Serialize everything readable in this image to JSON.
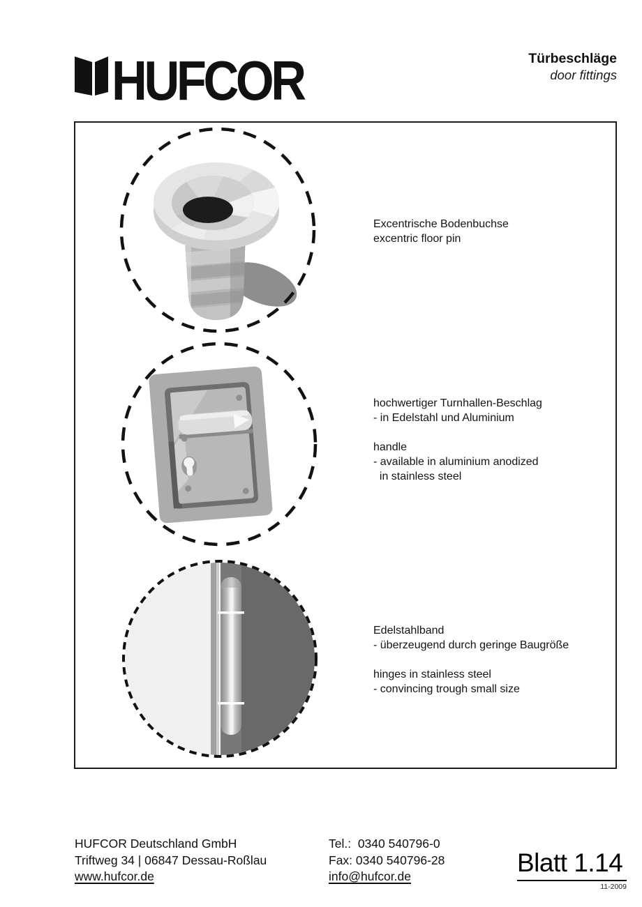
{
  "header": {
    "logo_text": "HUFCOR",
    "logo_icon": "folding-partition-panels",
    "title_de": "Türbeschläge",
    "title_en": "door fittings"
  },
  "sections": [
    {
      "illustration": "excentric-floor-pin",
      "lines": [
        "Excentrische Bodenbuchse",
        "excentric floor pin"
      ]
    },
    {
      "illustration": "recessed-gym-handle",
      "lines": [
        "hochwertiger Turnhallen-Beschlag",
        "- in Edelstahl und Aluminium",
        "",
        "handle",
        "- available in aluminium anodized",
        "  in stainless steel"
      ]
    },
    {
      "illustration": "stainless-steel-hinge",
      "lines": [
        "Edelstahlband",
        "- überzeugend durch geringe Baugröße",
        "",
        "hinges in stainless steel",
        "- convincing trough small size"
      ]
    }
  ],
  "footer": {
    "company": "HUFCOR Deutschland GmbH",
    "address": "Triftweg 34 | 06847 Dessau-Roßlau",
    "website": "www.hufcor.de",
    "tel": "Tel.:  0340 540796-0",
    "fax": "Fax: 0340 540796-28",
    "email": "info@hufcor.de",
    "sheet": "Blatt 1.14",
    "date": "11-2009"
  },
  "colors": {
    "ink": "#111111",
    "paper": "#ffffff",
    "mid_gray": "#ababab",
    "dark_gray": "#696969",
    "light_gray": "#f0f0f0"
  }
}
